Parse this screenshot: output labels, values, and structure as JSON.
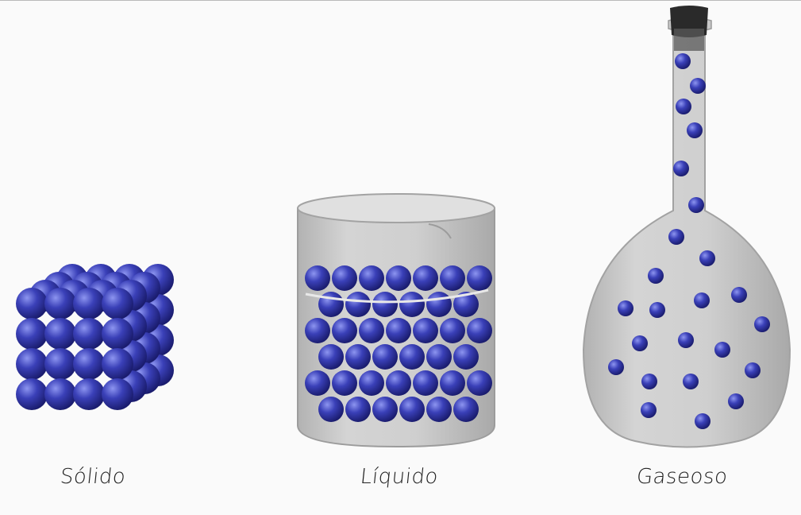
{
  "labels": {
    "solid": "Sólido",
    "liquid": "Líquido",
    "gas": "Gaseoso"
  },
  "colors": {
    "background": "#fafafa",
    "particle_light": "#8d95f0",
    "particle_mid": "#3a40b8",
    "particle_dark": "#1a1c6e",
    "glass": "#c6c6c6",
    "stopper": "#2a2a2a"
  }
}
